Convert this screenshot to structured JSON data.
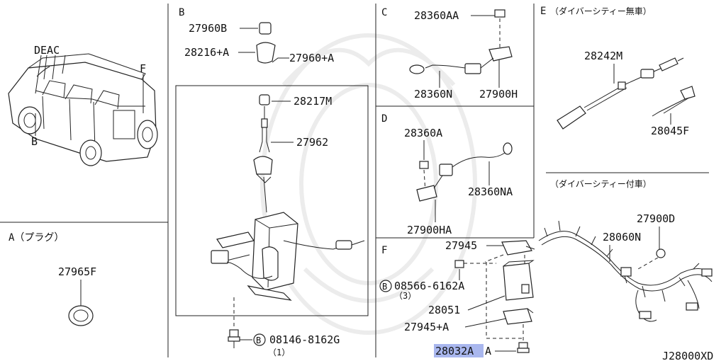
{
  "sections": {
    "b": "B",
    "c": "C",
    "d": "D",
    "e": "E",
    "e_note": "（ダイバーシティー無車）",
    "e2_note": "（ダイバーシティー付車）",
    "f": "F",
    "a_title": "A（プラグ）"
  },
  "vehicle_callouts": {
    "deac": "DEAC",
    "f": "F",
    "b": "B"
  },
  "parts": {
    "p27960b": "27960B",
    "p28216a": "28216+A",
    "p27960a": "27960+A",
    "p28217m": "28217M",
    "p27962": "27962",
    "bolt_b": "08146-8162G",
    "bolt_b_qty": "（1）",
    "bolt_b_circle": "B",
    "p28360aa": "28360AA",
    "p28360n": "28360N",
    "p27900h": "27900H",
    "p28360a": "28360A",
    "p28360na": "28360NA",
    "p27900ha": "27900HA",
    "p28242m": "28242M",
    "p28045f": "28045F",
    "p27900d": "27900D",
    "p28060n": "28060N",
    "p27945": "27945",
    "bolt_f": "08566-6162A",
    "bolt_f_qty": "（3）",
    "bolt_f_circle": "B",
    "p28051": "28051",
    "p27945a": "27945+A",
    "p28032a": "28032A",
    "p28032a_suffix": "A",
    "p27965f": "27965F"
  },
  "diagram_code": "J28000XD",
  "colors": {
    "highlight": "#a9b7ee",
    "line": "#222222"
  }
}
